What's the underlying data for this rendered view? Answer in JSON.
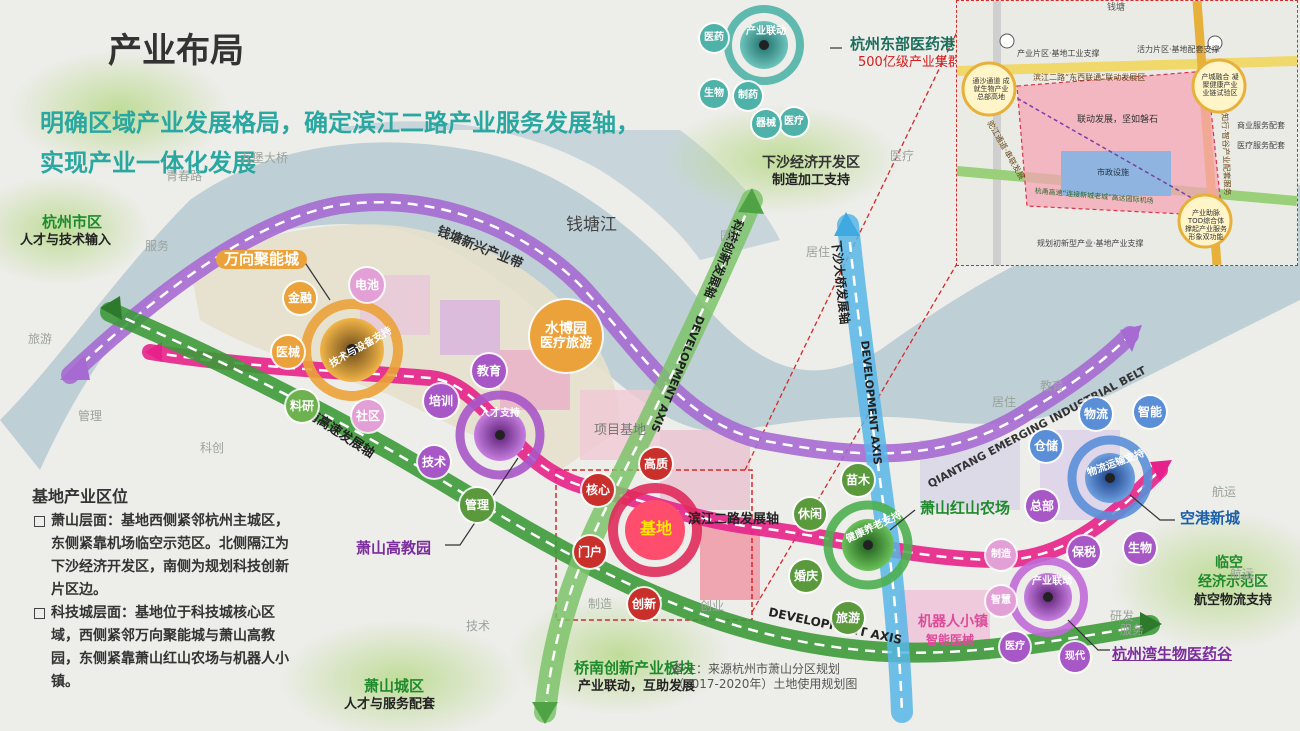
{
  "title": "产业布局",
  "headline": {
    "line1": "明确区域产业发展格局，确定滨江二路产业服务发展轴，",
    "line2": "实现产业一体化发展"
  },
  "map_labels": {
    "river": "钱塘江",
    "hangzhou_city": "杭州市区",
    "hangzhou_city_sub": "人才与技术输入",
    "xiasha": "下沙经济开发区",
    "xiasha_sub": "制造加工支持",
    "east_medical": "杭州东部医药港",
    "east_medical_sub": "500亿级产业集群",
    "wanxiang": "万向聚能城",
    "shuiboyuan": "水博园",
    "shuiboyuan_sub": "医疗旅游",
    "xiaoshan_edu": "萧山高教园",
    "base": "基地",
    "binjiang_axis": "滨江二路发展轴",
    "hongshan": "萧山红山农场",
    "konggang": "空港新城",
    "linkong": "临空",
    "linkong2": "经济示范区",
    "linkong_sub": "航空物流支持",
    "robot_town": "机器人小镇",
    "robot_sub": "智能医械",
    "bay_bio": "杭州湾生物医药谷",
    "qiaonan": "桥南创新产业板块",
    "qiaonan_sub": "产业联动，互助发展",
    "xiaoshan_city": "萧山城区",
    "xiaoshan_city_sub": "人才与服务配套",
    "project_site": "项目基地",
    "note": "备注：来源杭州市萧山分区规划（2017-2020年）土地使用规划图"
  },
  "axes": {
    "qiantang_belt": "钱塘新兴产业带",
    "qiantang_belt_en": "QIANTANG EMERGING INDUSTRIAL BELT",
    "hangnan": "杭南高速发展轴",
    "development_axis": "DEVELOPMENT AXIS",
    "xiasha_bridge": "下沙大桥发展轴",
    "bridge_dev": "DEVELOPMENT AXIS",
    "innovation_axis": "科技创新发展轴",
    "innovation_dev": "DEVELOPMENT AXIS"
  },
  "ring_labels": {
    "wanxiang_ring": "技术与设备支持",
    "edu_ring": "人才支持",
    "hongshan_ring": "健康养老支持",
    "konggang_ring": "物流运输支持",
    "bay_ring": "产业联动",
    "east_ring": "产业联动"
  },
  "bubbles": {
    "dianchi": "电池",
    "jinrong": "金融",
    "yixie": "医械",
    "liaoyan": "料研",
    "shequ": "社区",
    "peixun": "培训",
    "jiaoyu": "教育",
    "jishu": "技术",
    "guanli": "管理",
    "hexin": "核心",
    "menhu": "门户",
    "gaozhi": "高质",
    "chuangxin": "创新",
    "miaomu": "苗木",
    "xiuxian": "休闲",
    "hunqing": "婚庆",
    "lvyou": "旅游",
    "wuliu": "物流",
    "zhineng": "智能",
    "cangchu": "仓储",
    "zongbu": "总部",
    "baoshui": "保税",
    "shengwu": "生物",
    "zhizao": "制造",
    "zhihui": "智慧",
    "yiliao": "医疗",
    "xiandai": "现代",
    "yiyao": "医药",
    "shengwu2": "生物",
    "zhiyao": "制药",
    "yiliao2": "医疗",
    "qixie2": "器械"
  },
  "faint": {
    "fuwu1": "服务",
    "lvyou": "旅游",
    "guanli": "管理",
    "kechuang": "科创",
    "jishu": "技术",
    "zhizao": "制造",
    "chuangye": "创业",
    "jiaoyu": "教育",
    "yiliao": "医疗",
    "hangyun": "航运",
    "yanfa": "研发",
    "fuwu2": "服务",
    "jiuzhou": "九堡大桥",
    "qingchun": "青春路",
    "jujia": "居住",
    "jujia2": "居住",
    "yuan": "园",
    "hangyun2": "航运"
  },
  "legend": {
    "heading": "基地产业区位",
    "item1": "萧山层面：基地西侧紧邻杭州主城区，东侧紧靠机场临空示范区。北侧隔江为下沙经济开发区，南侧为规划科技创新片区边。",
    "item2": "科技城层面：基地位于科技城核心区域，西侧紧邻万向聚能城与萧山高教园，东侧紧靠萧山红山农场与机器人小镇。"
  },
  "inset": {
    "road_top": "钱塘",
    "zone_a": "产业片区·基地工业支撑",
    "zone_b": "活力片区·基地配套支撑",
    "node1": "通沙通道 成就生物产业 总部高地",
    "node2": "产城融合 凝聚健康产业 业链试验区",
    "node3": "产业助脉 TOD综合体撑起产业服务形象双功能",
    "center": "联动发展，坚如磐石",
    "road1": "滨江二路“东西联通”联动发展区",
    "road2": "驼江通道·串联发展",
    "road3": "知行·智谷产业配套服务",
    "road4": "杭甬高速“连接新城老城”高达国际机场",
    "square": "市政设施",
    "bottom": "规划初新型产业·基地产业支撑",
    "right1": "商业服务配套",
    "right2": "医疗服务配套"
  },
  "colors": {
    "green_axis": "#3c9a3a",
    "purple_belt": "#a66ad2",
    "pink_axis": "#e6228a",
    "blue_axis": "#3fa9e0",
    "orange": "#eba23a"
  }
}
